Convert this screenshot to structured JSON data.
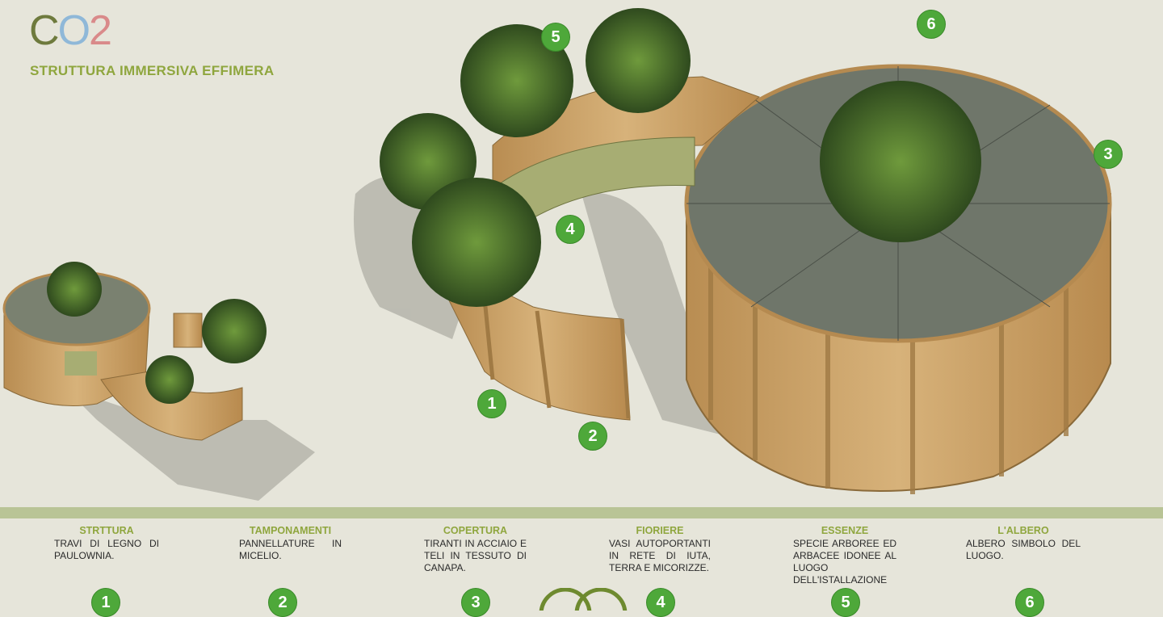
{
  "logo": {
    "c": "C",
    "o": "O",
    "two": "2"
  },
  "subtitle": "STRUTTURA IMMERSIVA EFFIMERA",
  "badges": [
    "1",
    "2",
    "3",
    "4",
    "5",
    "6"
  ],
  "legend": [
    {
      "n": "1",
      "title": "STRTTURA",
      "desc": "TRAVI DI LEGNO DI PAULOWNIA."
    },
    {
      "n": "2",
      "title": "TAMPONAMENTI",
      "desc": "PANNELLATURE IN MICELIO."
    },
    {
      "n": "3",
      "title": "COPERTURA",
      "desc": "TIRANTI IN ACCIAIO E TELI IN TESSUTO DI CANAPA."
    },
    {
      "n": "4",
      "title": "FIORIERE",
      "desc": "VASI AUTOPORTANTI IN RETE DI IUTA, TERRA E MICORIZZE."
    },
    {
      "n": "5",
      "title": "ESSENZE",
      "desc": "SPECIE ARBOREE ED ARBACEE IDONEE AL LUOGO DELL'ISTALLAZIONE"
    },
    {
      "n": "6",
      "title": "L'ALBERO",
      "desc": "ALBERO SIMBOLO DEL LUOGO."
    }
  ],
  "colors": {
    "badge": "#4ea83a",
    "accent": "#8fa63e",
    "wood": "#c9a062",
    "roof": "#6f766a",
    "foliage": "#3f5a2a"
  }
}
